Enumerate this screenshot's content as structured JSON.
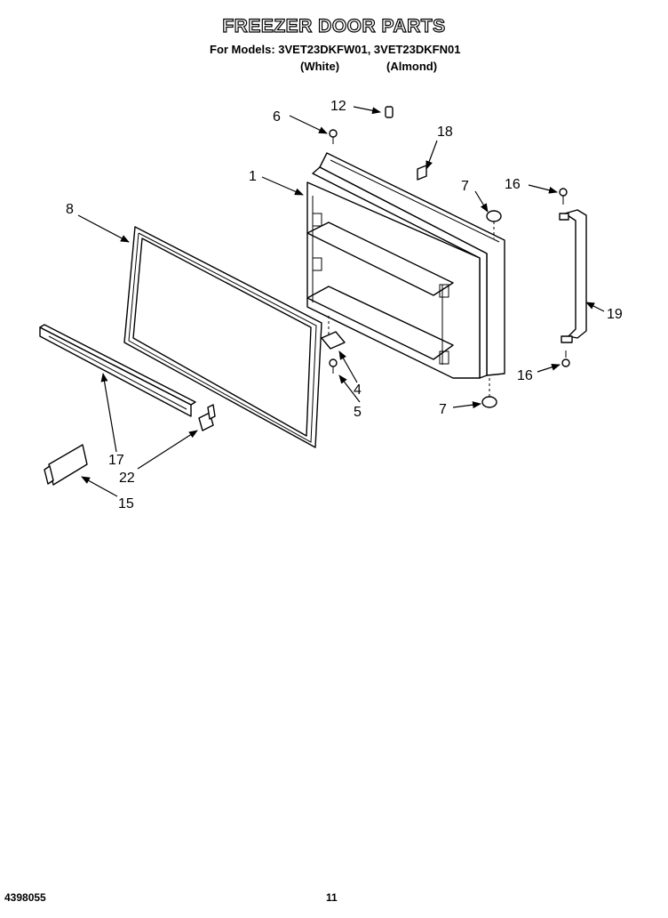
{
  "title": "FREEZER DOOR PARTS",
  "models_line": "For Models: 3VET23DKFW01, 3VET23DKFN01",
  "color_white": "(White)",
  "color_almond": "(Almond)",
  "doc_number": "4398055",
  "page_number": "11",
  "callouts": {
    "c1": "1",
    "c4": "4",
    "c5": "5",
    "c6": "6",
    "c7a": "7",
    "c7b": "7",
    "c8": "8",
    "c12": "12",
    "c15": "15",
    "c16a": "16",
    "c16b": "16",
    "c17": "17",
    "c18": "18",
    "c19": "19",
    "c22": "22"
  }
}
